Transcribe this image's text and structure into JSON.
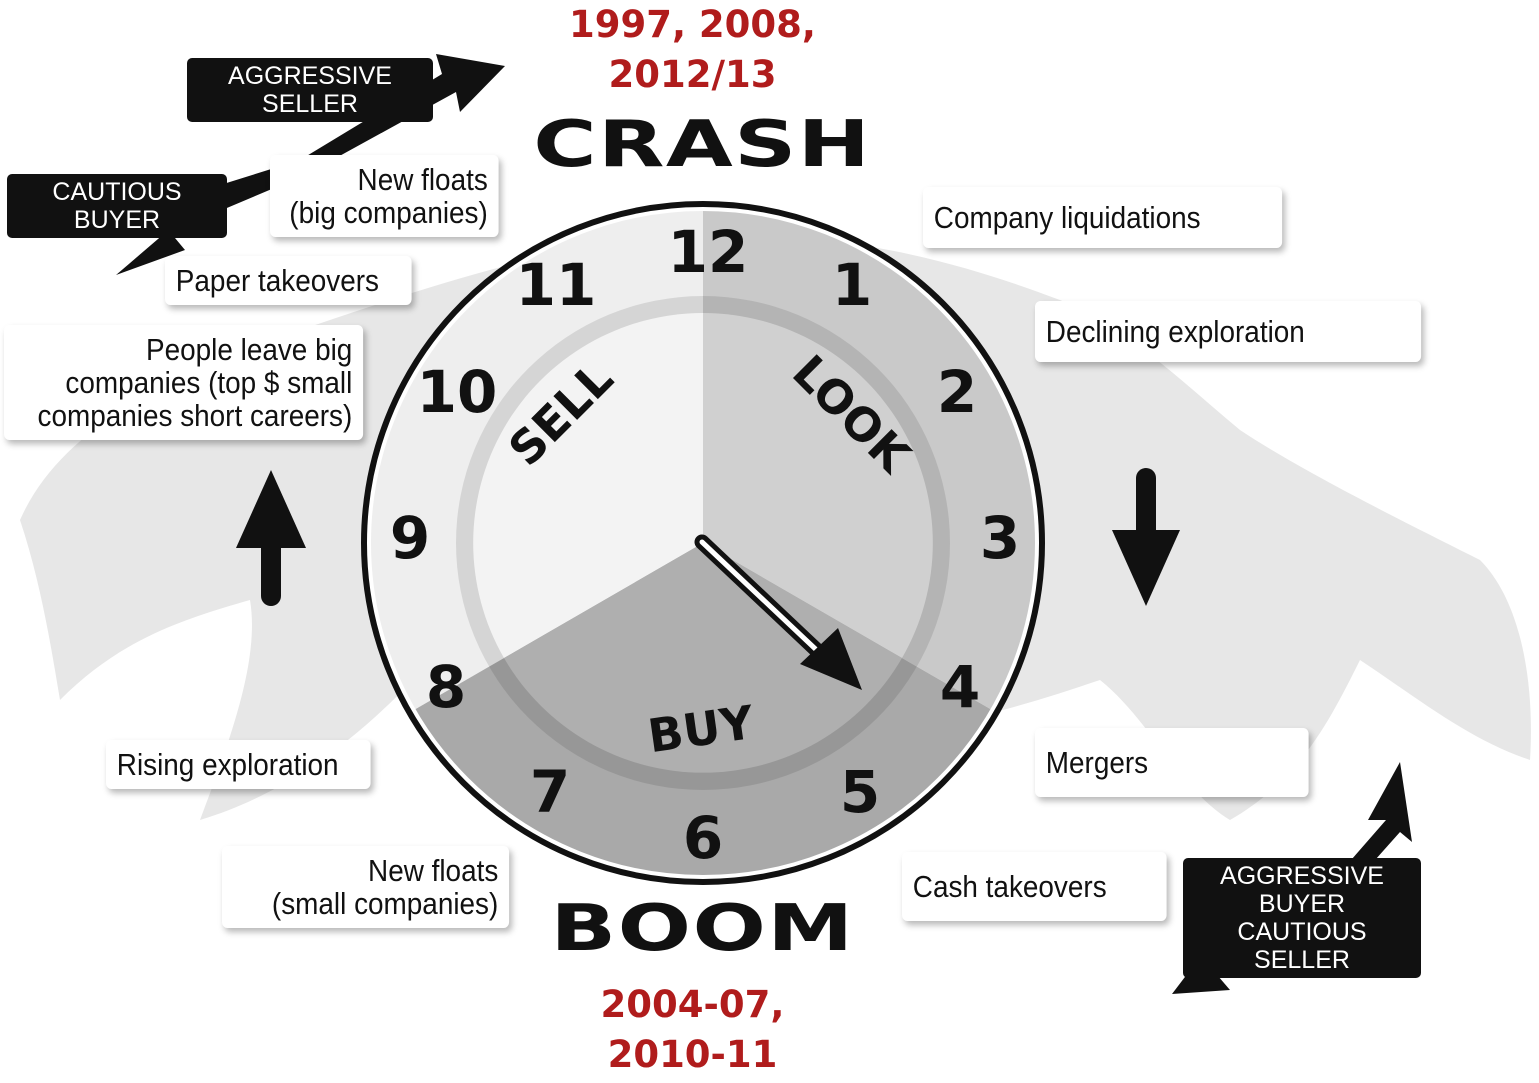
{
  "top_years": [
    "1997, 2008,",
    "2012/13"
  ],
  "bottom_years": [
    "2004-07,",
    "2010-11"
  ],
  "crash_label": "CRASH",
  "boom_label": "BOOM",
  "clock": {
    "numbers": [
      "12",
      "1",
      "2",
      "3",
      "4",
      "5",
      "6",
      "7",
      "8",
      "9",
      "10",
      "11"
    ],
    "sectors": [
      "SELL",
      "LOOK",
      "BUY"
    ]
  },
  "left_labels": {
    "new_floats_big": [
      "New floats",
      "(big companies)"
    ],
    "paper_takeovers": "Paper takeovers",
    "people_leave": [
      "People leave big",
      "companies (top $ small",
      "companies short careers)"
    ],
    "rising_exploration": "Rising exploration",
    "new_floats_small": [
      "New floats",
      "(small companies)"
    ]
  },
  "right_labels": {
    "company_liquidations": "Company liquidations",
    "declining_exploration": "Declining exploration",
    "mergers": "Mergers",
    "cash_takeovers": "Cash takeovers"
  },
  "tags": {
    "aggressive_seller": "AGGRESSIVE SELLER",
    "cautious_buyer": "CAUTIOUS BUYER",
    "aggressive_buyer": "AGGRESSIVE BUYER",
    "cautious_seller": "CAUTIOUS SELLER"
  },
  "colors": {
    "year_red": "#b01c1c",
    "dark": "#111111",
    "light_sector": "#eeeeee",
    "mid_sector": "#c8c8c8",
    "dark_sector": "#a9a9a9"
  }
}
